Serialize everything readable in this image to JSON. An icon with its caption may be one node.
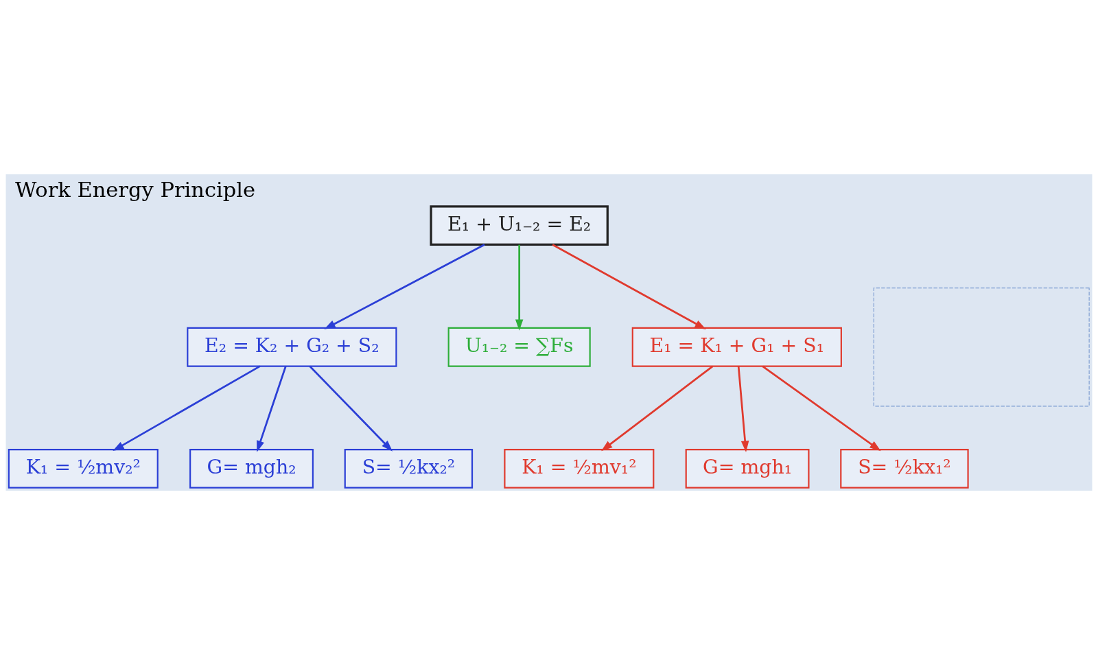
{
  "diagram": {
    "title": "Work Energy Principle",
    "nodes": [
      {
        "text": [
          "E₁ + U₁₋₂ = E₂"
        ]
      },
      {
        "text": [
          "K₁ = ½mv₂²"
        ]
      },
      {
        "text": [
          "G= mgh₂"
        ]
      },
      {
        "text": [
          "S= ½kx₂²"
        ]
      },
      {
        "text": [
          "E₂ = K₂ + G₂ + S₂"
        ]
      },
      {
        "text": [
          "U₁₋₂ = ∑Fs"
        ]
      },
      {
        "text": [],
        "shape": "box"
      },
      {
        "text": [
          "E₁ = K₁ + G₁ + S₁"
        ]
      },
      {
        "text": [
          "K₁ = ½mv₁²"
        ]
      },
      {
        "text": [
          "G= mgh₁"
        ]
      },
      {
        "text": [
          "S= ½kx₁²"
        ]
      }
    ],
    "edges": [
      {
        "from": 0,
        "to": 7,
        "arrow": "to",
        "color": "#e03a2e"
      },
      {
        "from": 0,
        "to": 5,
        "arrow": "to",
        "color": "#2eae3a"
      },
      {
        "from": 0,
        "to": 4,
        "arrow": "to",
        "color": "#2b3fd6"
      },
      {
        "from": 4,
        "to": 1,
        "arrow": "to",
        "color": "#2b3fd6"
      },
      {
        "from": 4,
        "to": 2,
        "arrow": "to",
        "color": "#2b3fd6"
      },
      {
        "from": 4,
        "to": 3,
        "arrow": "to",
        "color": "#2b3fd6"
      },
      {
        "from": 7,
        "to": 8,
        "arrow": "to",
        "color": "#e03a2e"
      },
      {
        "from": 7,
        "to": 9,
        "arrow": "to",
        "color": "#e03a2e"
      },
      {
        "from": 7,
        "to": 10,
        "arrow": "to",
        "color": "#e03a2e"
      }
    ]
  }
}
